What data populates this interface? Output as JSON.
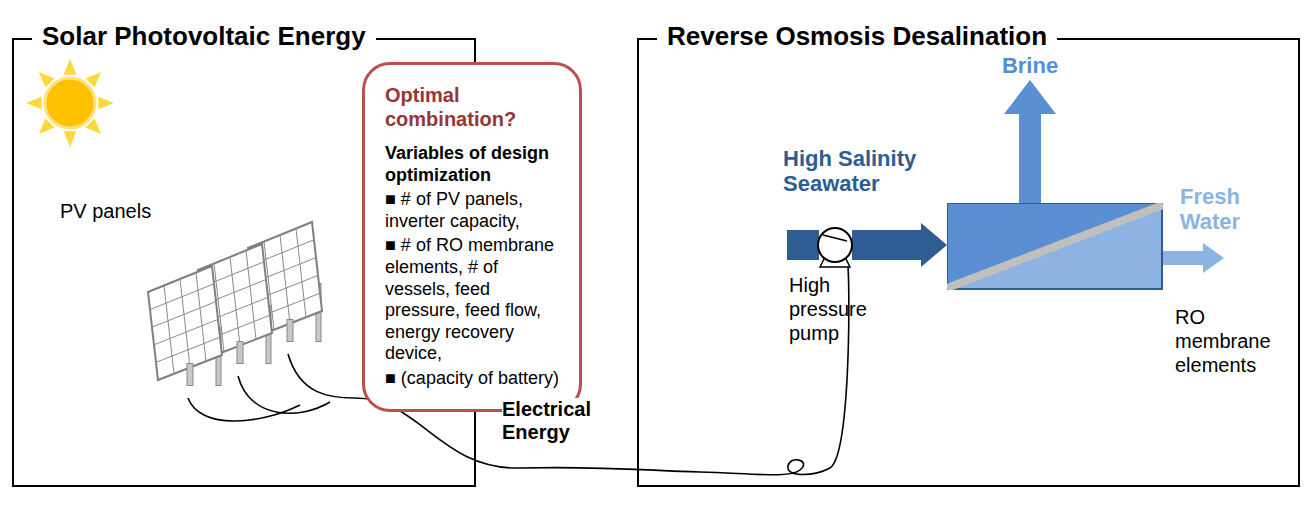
{
  "diagram": {
    "nodes": [
      {
        "text": [
          "Solar Photovoltaic Energy"
        ]
      },
      {
        "text": [
          "Reverse Osmosis Desalination"
        ]
      },
      {
        "text": [
          "Optimal combination?",
          "Variables of design optimization",
          "■ # of PV panels, inverter capacity,",
          "■ # of RO membrane elements, # of vessels, feed pressure, feed flow, energy recovery device,",
          "■ (capacity of battery)"
        ]
      },
      {
        "text": [
          "High pressure pump"
        ],
        "in": 1
      },
      {
        "text": [
          "RO membrane elements"
        ],
        "in": 1
      }
    ],
    "edges": [
      {
        "from": 3,
        "to": 4,
        "arrow": "to"
      }
    ],
    "labels": [
      "PV panels",
      "Electrical Energy",
      "High Salinity Seawater",
      "Brine",
      "Fresh Water"
    ]
  }
}
